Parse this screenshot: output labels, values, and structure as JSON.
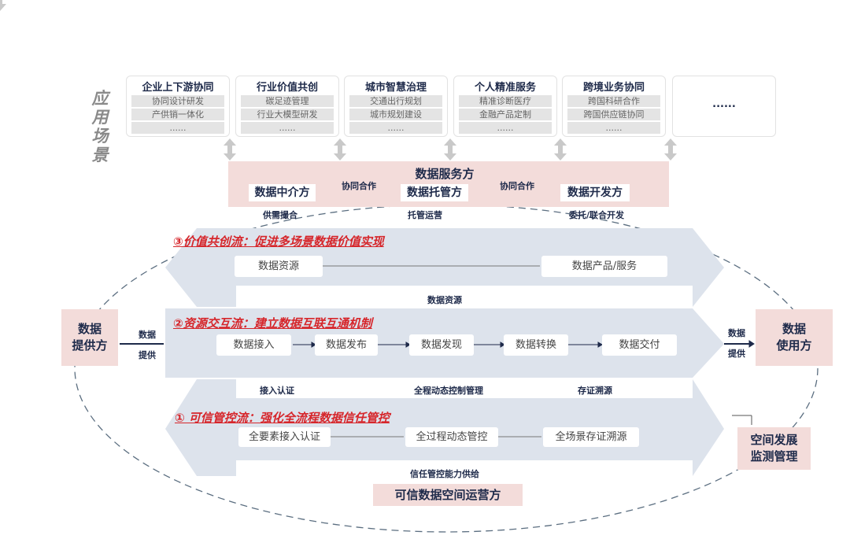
{
  "side_label": "应用场景",
  "scenarios": [
    {
      "title": "企业上下游协同",
      "items": [
        "协同设计研发",
        "产供销一体化",
        "......"
      ]
    },
    {
      "title": "行业价值共创",
      "items": [
        "碳足迹管理",
        "行业大模型研发",
        "......"
      ]
    },
    {
      "title": "城市智慧治理",
      "items": [
        "交通出行规划",
        "城市规划建设",
        "......"
      ]
    },
    {
      "title": "个人精准服务",
      "items": [
        "精准诊断医疗",
        "金融产品定制",
        "......"
      ]
    },
    {
      "title": "跨境业务协同",
      "items": [
        "跨国科研合作",
        "跨国供应链协同",
        "......"
      ]
    },
    {
      "title": "......",
      "items": []
    }
  ],
  "service": {
    "title": "数据服务方",
    "intermediary": "数据中介方",
    "custodian": "数据托管方",
    "developer": "数据开发方",
    "coop1": "协同合作",
    "coop2": "协同合作",
    "link1": "供需撮合",
    "link2": "托管运营",
    "link3": "委托/联合开发"
  },
  "flow3": {
    "title": "③价值共创流：促进多场景数据价值实现",
    "from": "数据资源",
    "to": "数据产品/服务",
    "link": "数据资源"
  },
  "flow2": {
    "title": "②资源交互流：建立数据互联互通机制",
    "steps": [
      "数据接入",
      "数据发布",
      "数据发现",
      "数据转换",
      "数据交付"
    ],
    "links": [
      "接入认证",
      "全程动态控制管理",
      "存证溯源"
    ]
  },
  "flow1": {
    "title": "① 可信管控流：强化全流程数据信任管控",
    "steps": [
      "全要素接入认证",
      "全过程动态管控",
      "全场景存证溯源"
    ],
    "link": "信任管控能力供给"
  },
  "provider": {
    "name_l1": "数据",
    "name_l2": "提供方",
    "arrow_l1": "数据",
    "arrow_l2": "提供"
  },
  "consumer": {
    "name_l1": "数据",
    "name_l2": "使用方",
    "arrow_l1": "数据",
    "arrow_l2": "提供"
  },
  "monitor": {
    "l1": "空间发展",
    "l2": "监测管理"
  },
  "operator": "可信数据空间运营方"
}
